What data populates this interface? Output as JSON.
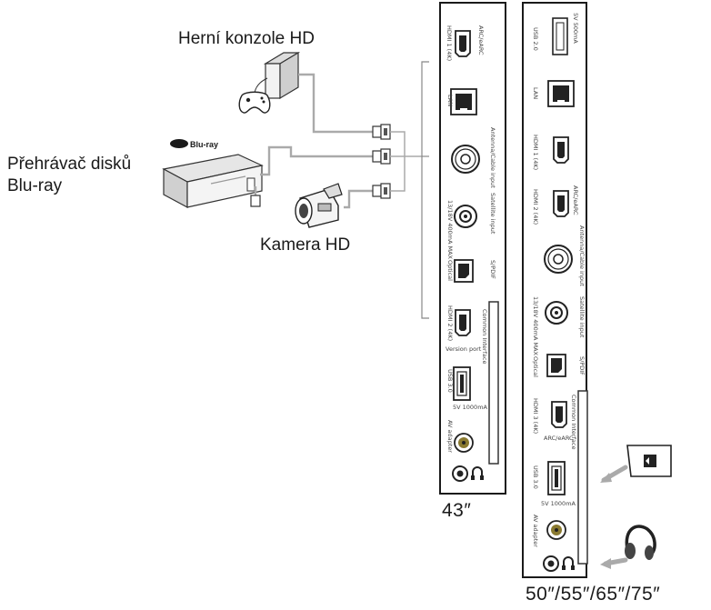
{
  "devices": {
    "console": {
      "label": "Herní konzole HD"
    },
    "bluray": {
      "label_line1": "Přehrávač disků",
      "label_line2": "Blu-ray"
    },
    "camera": {
      "label": "Kamera HD"
    }
  },
  "panels": {
    "small": {
      "size_label": "43″",
      "ports": {
        "hdmi1": "HDMI 1 (4K)",
        "hdmi1_sub": "ARC/eARC",
        "lan": "LAN",
        "antenna": "Antenna/Cable input",
        "satellite": "Satellite input",
        "lnb": "13/18V 400mA MAX",
        "optical": "Optical",
        "spdif": "S/PDIF",
        "hdmi2": "HDMI 2 (4K)",
        "hdmi2_sub": "Version port",
        "ci": "Common Interface",
        "usb": "USB 3.0",
        "usb_sub": "5V 1000mA",
        "av": "AV adapter"
      }
    },
    "large": {
      "size_label": "50″/55″/65″/75″",
      "ports": {
        "usb_top": "USB 2.0",
        "usb_top_sub": "5V 500mA",
        "lan": "LAN",
        "hdmi1": "HDMI 1 (4K)",
        "hdmi2": "HDMI 2 (4K)",
        "hdmi2_sub": "ARC/eARC",
        "antenna": "Antenna/Cable input",
        "satellite": "Satellite input",
        "lnb": "13/18V 400mA MAX",
        "optical": "Optical",
        "spdif": "S/PDIF",
        "hdmi3": "HDMI 3 (4K)",
        "hdmi3_sub": "ARC/eARC",
        "ci": "Common Interface",
        "usb": "USB 3.0",
        "usb_sub": "5V 1000mA",
        "av": "AV adapter"
      }
    }
  }
}
